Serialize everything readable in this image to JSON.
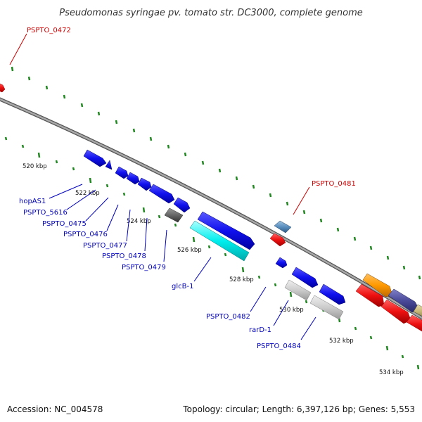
{
  "title": "Pseudomonas syringae pv. tomato str. DC3000, complete genome",
  "footer": {
    "accession": "Accession: NC_004578",
    "topology": "Topology: circular; Length: 6,397,126 bp; Genes: 5,553"
  },
  "colors": {
    "forward": "#1010ee",
    "reverse": "#ee1010",
    "label_red": "#cc0000",
    "label_blue": "#0000bb",
    "backbone": "#808080",
    "tick": "#228822"
  },
  "scale_labels": [
    "520 kbp",
    "522 kbp",
    "524 kbp",
    "526 kbp",
    "528 kbp",
    "530 kbp",
    "532 kbp",
    "534 kbp"
  ],
  "gene_labels": {
    "pspto_0472": "PSPTO_0472",
    "hopAS1": "hopAS1",
    "pspto_5616": "PSPTO_5616",
    "pspto_0475": "PSPTO_0475",
    "pspto_0476": "PSPTO_0476",
    "pspto_0477": "PSPTO_0477",
    "pspto_0478": "PSPTO_0478",
    "pspto_0479": "PSPTO_0479",
    "glcB1": "glcB-1",
    "pspto_0481": "PSPTO_0481",
    "pspto_0482": "PSPTO_0482",
    "rarD1": "rarD-1",
    "pspto_0484": "PSPTO_0484"
  }
}
